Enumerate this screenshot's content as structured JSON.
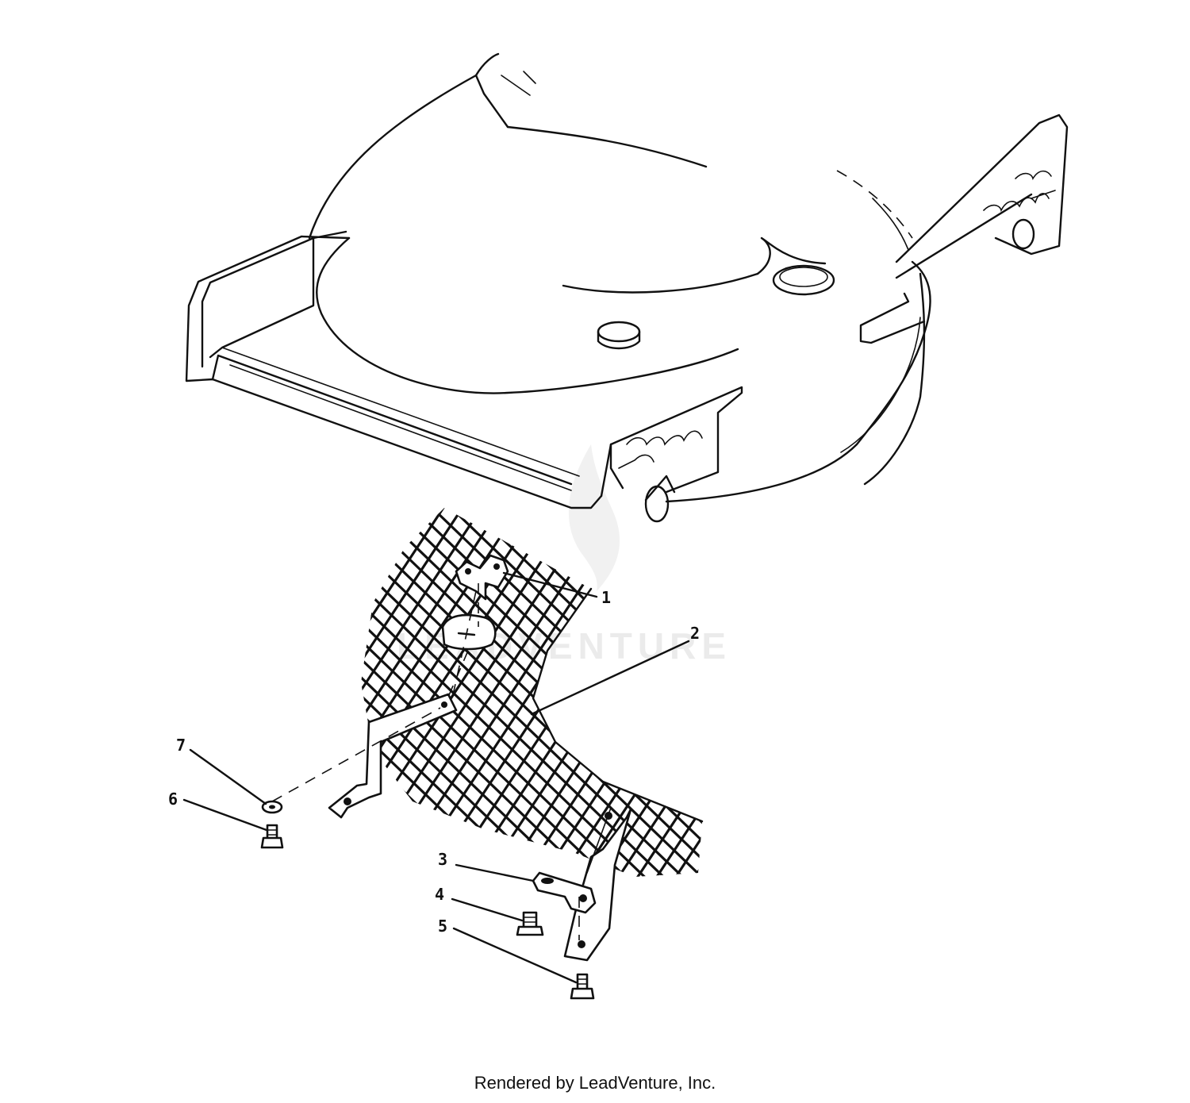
{
  "callouts": [
    {
      "number": "1"
    },
    {
      "number": "2"
    },
    {
      "number": "3"
    },
    {
      "number": "4"
    },
    {
      "number": "5"
    },
    {
      "number": "6"
    },
    {
      "number": "7"
    }
  ],
  "watermark": "LEADVENTURE",
  "footer": "Rendered by LeadVenture, Inc."
}
